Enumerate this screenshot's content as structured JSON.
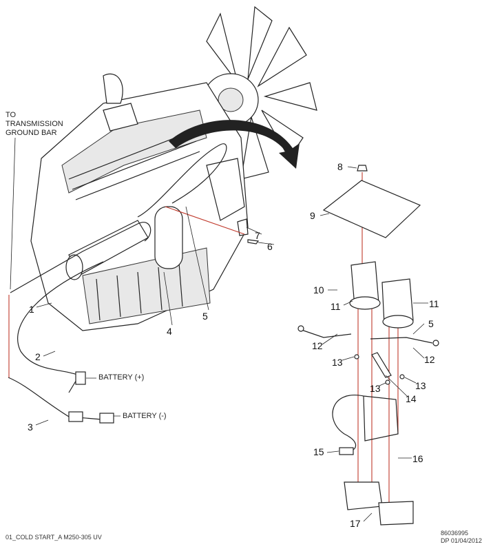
{
  "labels": {
    "to_transmission": [
      "TO",
      "TRANSMISSION",
      "GROUND BAR"
    ],
    "battery_pos": "BATTERY (+)",
    "battery_neg": "BATTERY (-)"
  },
  "callouts": {
    "c1": "1",
    "c2": "2",
    "c3": "3",
    "c4": "4",
    "c5a": "5",
    "c6": "6",
    "c7": "7",
    "c8": "8",
    "c9": "9",
    "c10": "10",
    "c11a": "11",
    "c11b": "11",
    "c5b": "5",
    "c12a": "12",
    "c12b": "12",
    "c13a": "13",
    "c13b": "13",
    "c13c": "13",
    "c14": "14",
    "c15": "15",
    "c16": "16",
    "c17": "17"
  },
  "footer": {
    "left": "01_COLD START_A M250-305 UV",
    "id": "86036995",
    "date": "DP 01/04/2012"
  }
}
